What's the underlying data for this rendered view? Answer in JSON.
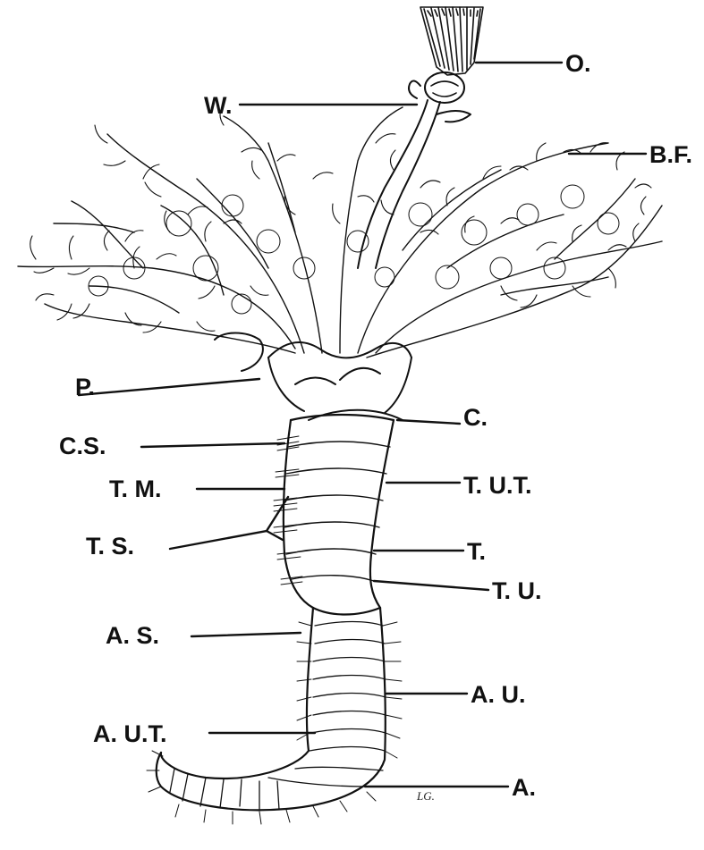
{
  "labels": {
    "O": "O.",
    "W": "W.",
    "BF": "B.F.",
    "P": "P.",
    "C": "C.",
    "CS": "C.S.",
    "TUT": "T. U.T.",
    "TM": "T. M.",
    "TS": "T. S.",
    "T": "T.",
    "TU": "T. U.",
    "AS": "A. S.",
    "AU": "A. U.",
    "AUT": "A. U.T.",
    "A": "A."
  },
  "signature": "LG."
}
